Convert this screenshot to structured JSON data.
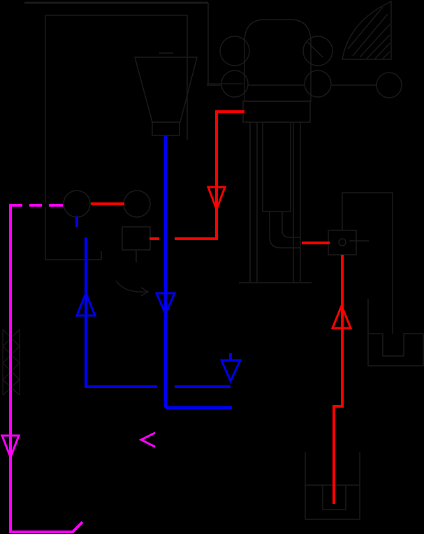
{
  "diagram": {
    "background": "#000000",
    "colors": {
      "equipment": "#1a1a1a",
      "hot_line": "#ff0000",
      "cold_line": "#0000ee",
      "purge_line": "#ff00ff",
      "note_arrow": "#1a1a1a"
    },
    "components": [
      "boiler-frame",
      "valve-panel",
      "funnel-hopper",
      "pump-unit",
      "shaft-column",
      "fan-blade",
      "outlet-tank-right",
      "inlet-tank-bottom",
      "mesh-filter"
    ]
  }
}
